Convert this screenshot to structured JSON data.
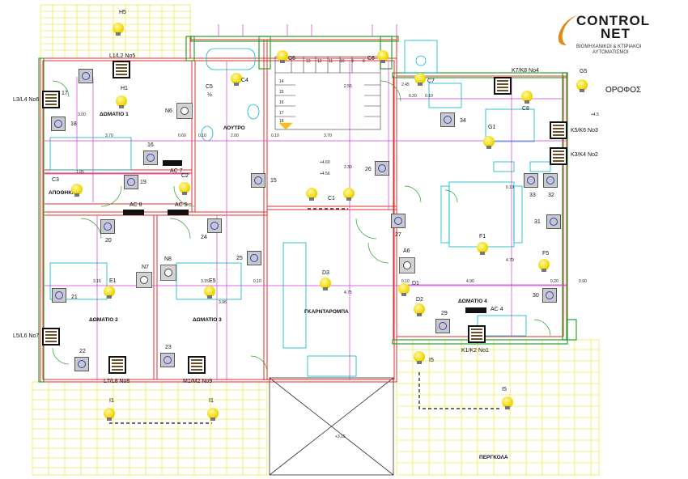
{
  "logo": {
    "line1": "CONTROL",
    "line2": "NET",
    "sub1": "ΒΙΟΜΗΧΑΝΙΚΟΙ & ΚΤΙΡΙΑΚΟΙ",
    "sub2": "ΑΥΤΟΜΑΤΙΣΜΟΙ"
  },
  "floor_title": "ΟΡΟΦΟΣ",
  "rooms": {
    "bedroom1": "ΔΩΜΑΤΙΟ 1",
    "bedroom2": "ΔΩΜΑΤΙΟ 2",
    "bedroom3": "ΔΩΜΑΤΙΟ 3",
    "bedroom4": "ΔΩΜΑΤΙΟ 4",
    "bathroom": "ΛΟΥΤΡΟ",
    "storage": "ΑΠΟΘΗΚΗ",
    "wardrobe": "ΓΚΑΡΝΤΑΡΟΜΠΑ",
    "pergola": "ΠΕΡΓΚΟΛΑ"
  },
  "shutters": {
    "l1l2": "L1/L2 No5",
    "l3l4": "L3/L4 No6",
    "l5l6": "L5/L6 No7",
    "l7l8": "L7/L8 No8",
    "m1m2": "M1/M2 No9",
    "k7k8": "K7/K8 No4",
    "k5k6": "K5/K6 No3",
    "k3k4": "K3/K4 No2",
    "k1k2": "K1/K2 No1"
  },
  "lights": {
    "h5": "H5",
    "h1": "H1",
    "c5": "C5",
    "c4": "C4",
    "c6a": "C6",
    "c6b": "C6",
    "c7": "C7",
    "c8": "C8",
    "g5": "G5",
    "g1": "G1",
    "c3": "C3",
    "c2": "C2",
    "c1": "C1",
    "e1": "E1",
    "e5": "E5",
    "d3": "D3",
    "d1": "D1",
    "d2": "D2",
    "f1": "F1",
    "f5": "F5",
    "i5a": "I5",
    "i5b": "I5",
    "i1a": "I1",
    "i1b": "I1"
  },
  "ac_units": {
    "ac7": "AC 7",
    "ac8": "AC 8",
    "ac5": "AC 5",
    "ac4": "AC 4"
  },
  "sockets": {
    "n6": "N6",
    "n7": "N7",
    "n8": "N8",
    "a6": "A6"
  },
  "switch_numbers": [
    "17",
    "18",
    "16",
    "19",
    "20",
    "15",
    "24",
    "25",
    "26",
    "27",
    "29",
    "33",
    "32",
    "31",
    "30",
    "34",
    "21",
    "22",
    "23"
  ],
  "labels": {
    "c5_sub": "½",
    "level1": "+4.60",
    "level2": "+4.56",
    "level3": "+3.15",
    "level4": "+4.5"
  },
  "dims": {
    "d370a": "3.70",
    "d060": "0.60",
    "d010": "0.10",
    "d200": "2.00",
    "d010b": "0.10",
    "d370b": "3.70",
    "d300": "3.00",
    "d195": "1.95",
    "d490": "4.90",
    "d090": "0.90",
    "d316": "3.16",
    "d315": "3.15",
    "d475": "4.75",
    "d255": "2.55",
    "d230": "2.30",
    "d479": "4.79",
    "d010c": "0.10",
    "d020": "0.20",
    "d019": "0.19",
    "d396": "3.96",
    "d245": "2.45",
    "d010d": "0.10",
    "d020b": "0.20",
    "d010e": "0.10"
  },
  "stairs": [
    "13",
    "12",
    "11",
    "10",
    "9",
    "8",
    "14",
    "15",
    "16",
    "17",
    "18"
  ],
  "colors": {
    "wall_red": "#e03030",
    "wall_green": "#2ca02c",
    "cyan": "#00b8c8",
    "magenta": "#d23cd2",
    "yellow": "#ede21a",
    "switch_blue": "#2b3fd1"
  }
}
